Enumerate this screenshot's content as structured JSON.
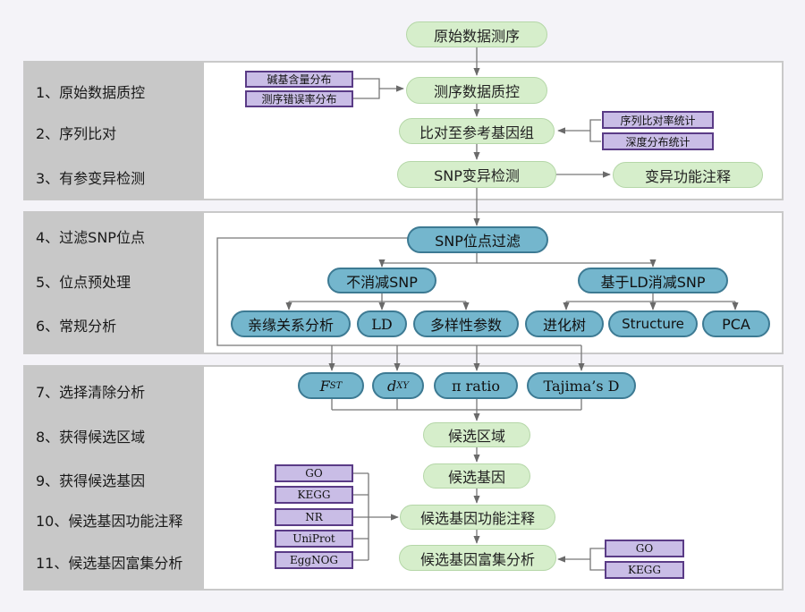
{
  "steps": [
    "1、原始数据质控",
    "2、序列比对",
    "3、有参变异检测",
    "4、过滤SNP位点",
    "5、位点预处理",
    "6、常规分析",
    "7、选择清除分析",
    "8、获得候选区域",
    "9、获得候选基因",
    "10、候选基因功能注释",
    "11、候选基因富集分析"
  ],
  "nodes": {
    "raw_sequencing": "原始数据测序",
    "seq_qc": "测序数据质控",
    "align": "比对至参考基因组",
    "snp_detect": "SNP变异检测",
    "variant_annot": "变异功能注释",
    "snp_filter": "SNP位点过滤",
    "no_ld": "不消减SNP",
    "ld": "基于LD消减SNP",
    "kinship": "亲缘关系分析",
    "ld_box": "LD",
    "diversity": "多样性参数",
    "phylo": "进化树",
    "structure": "Structure",
    "pca": "PCA",
    "fst_main": "F",
    "fst_sub": "ST",
    "dxy_main": "d",
    "dxy_sub": "XY",
    "pi_ratio": "π ratio",
    "tajima": "Tajima’s D",
    "cand_region": "候选区域",
    "cand_gene": "候选基因",
    "cand_annot": "候选基因功能注释",
    "cand_enrich": "候选基因富集分析"
  },
  "side_boxes": {
    "base_content": "碱基含量分布",
    "error_rate": "测序错误率分布",
    "align_rate": "序列比对率统计",
    "depth": "深度分布统计",
    "go": "GO",
    "kegg": "KEGG",
    "nr": "NR",
    "uniprot": "UniProt",
    "eggnog": "EggNOG",
    "go2": "GO",
    "kegg2": "KEGG"
  },
  "colors": {
    "green_fill": "#d6eecb",
    "blue_fill": "#74b6cd",
    "purple_fill": "#c9bde6",
    "purple_border": "#5a3b86",
    "sidebar": "#c8c8c8"
  }
}
